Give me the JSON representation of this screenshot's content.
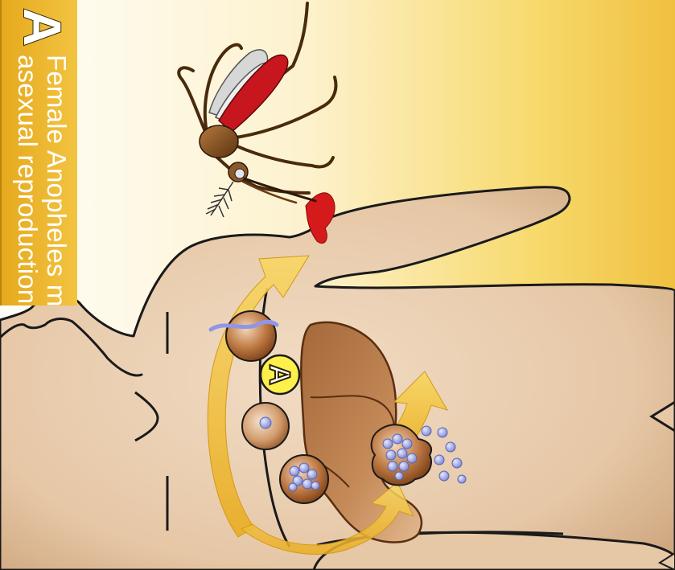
{
  "banner": {
    "letter": "A",
    "line1": "Female Anopheles m",
    "line2": "asexual reproduction"
  },
  "diagram": {
    "stage_marker": "A"
  },
  "colors": {
    "background_light": "#fffdf2",
    "background_gold": "#f0c040",
    "skin": "#e8cdb0",
    "cell_brown": "#8b4a1c",
    "organ_brown": "#b57a45",
    "cycle_arrow": "#f3c23a",
    "parasite": "#9ba3e3",
    "blood": "#d41a1a",
    "outline": "#1a1a1a"
  }
}
